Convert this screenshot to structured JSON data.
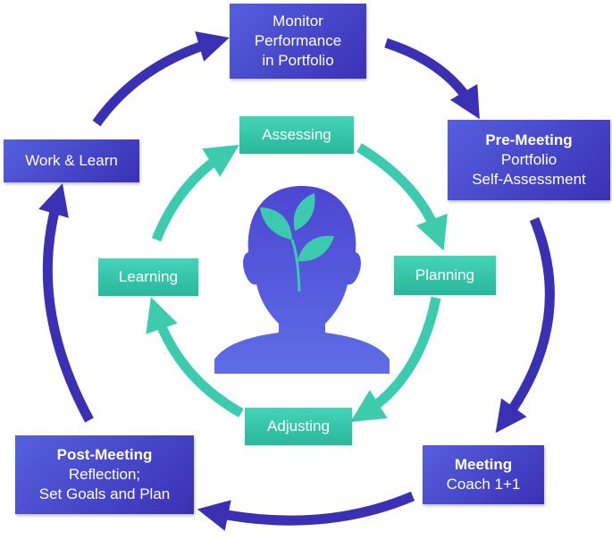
{
  "colors": {
    "outer_arrow": "#3b2fb3",
    "outer_box": "#4b4fd6",
    "inner_arrow": "#3ccbad",
    "inner_box": "#3cc8ab",
    "head": "#4f4fd8",
    "sprout": "#3cc9ad"
  },
  "icons": {
    "center": "head-with-sprout-icon"
  },
  "outer_cycle": {
    "monitor": {
      "line1": "Monitor",
      "line2": "Performance",
      "line3": "in Portfolio"
    },
    "pre_meeting": {
      "title": "Pre-Meeting",
      "line2": "Portfolio",
      "line3": "Self-Assessment"
    },
    "meeting": {
      "title": "Meeting",
      "line2": "Coach 1+1"
    },
    "post_meeting": {
      "title": "Post-Meeting",
      "line2": "Reflection;",
      "line3": "Set Goals and Plan"
    },
    "work_learn": {
      "label": "Work & Learn"
    }
  },
  "inner_cycle": {
    "assessing": "Assessing",
    "planning": "Planning",
    "adjusting": "Adjusting",
    "learning": "Learning"
  }
}
